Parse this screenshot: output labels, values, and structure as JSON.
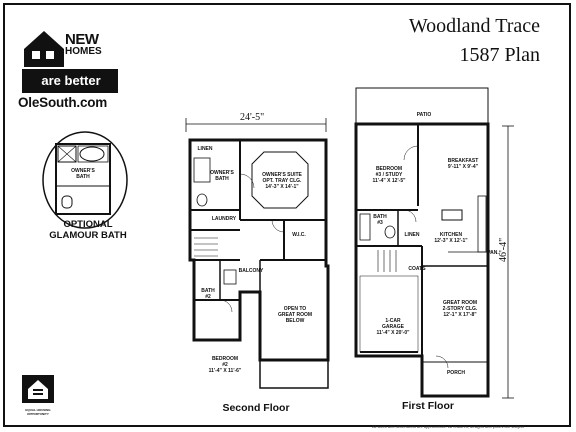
{
  "brand": {
    "logo_new": "NEW",
    "logo_homes": "HOMES",
    "logo_tagline": "are better",
    "website": "OleSouth.com"
  },
  "plan": {
    "community": "Woodland Trace",
    "plan_name": "1587 Plan"
  },
  "optional": {
    "room_bath_label": "OWNER'S",
    "room_bath_label2": "BATH",
    "caption_line1": "OPTIONAL",
    "caption_line2": "GLAMOUR BATH"
  },
  "second_floor": {
    "caption": "Second Floor",
    "width_dim": "24'-5\"",
    "rooms": {
      "linen": "LINEN",
      "owners_bath_1": "OWNER'S",
      "owners_bath_2": "BATH",
      "owners_suite_1": "OWNER'S SUITE",
      "owners_suite_2": "OPT. TRAY CLG.",
      "owners_suite_3": "14'-3\" X 14'-1\"",
      "laundry": "LAUNDRY",
      "wic": "W.I.C.",
      "balcony": "BALCONY",
      "bath2_1": "BATH",
      "bath2_2": "#2",
      "open_1": "OPEN TO",
      "open_2": "GREAT ROOM",
      "open_3": "BELOW",
      "bedroom2_1": "BEDROOM",
      "bedroom2_2": "#2",
      "bedroom2_3": "11'-4\" X 11'-6\""
    }
  },
  "first_floor": {
    "caption": "First Floor",
    "depth_dim": "46'-4\"",
    "rooms": {
      "patio": "PATIO",
      "bedroom3_1": "BEDROOM",
      "bedroom3_2": "#3 / STUDY",
      "bedroom3_3": "11'-4\" X 12'-5\"",
      "breakfast_1": "BREAKFAST",
      "breakfast_2": "9'-11\" X 9'-4\"",
      "bath3_1": "BATH",
      "bath3_2": "#3",
      "linen": "LINEN",
      "kitchen_1": "KITCHEN",
      "kitchen_2": "12'-3\" X 12'-1\"",
      "pantry": "PAN.",
      "coats": "COATS",
      "great_1": "GREAT ROOM",
      "great_2": "2-STORY CLG.",
      "great_3": "12'-1\" X 17'-8\"",
      "garage_1": "1-CAR",
      "garage_2": "GARAGE",
      "garage_3": "11'-4\" X 20'-0\"",
      "porch": "PORCH"
    }
  },
  "footer": {
    "disclaimer": "All sizes and dimensions are approximate. All features, designs and prices are subject",
    "eho": "EQUAL HOUSING OPPORTUNITY"
  }
}
